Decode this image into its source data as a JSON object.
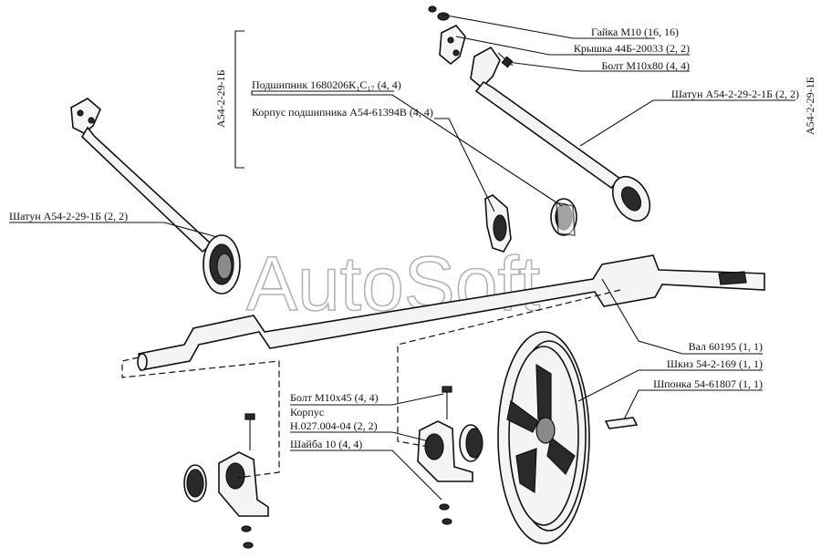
{
  "watermark": "AutoSoft",
  "assembly_code": "А54-2-29-1Б",
  "labels": {
    "nut": "Гайка М10 (16, 16)",
    "cover": "Крышка 44Б-20033 (2, 2)",
    "bolt80": "Болт М10х80 (4, 4)",
    "rod_right": "Шатун А54-2-29-2-1Б (2, 2)",
    "bearing": "Подшипник 1680206К₁С₁₇ (4, 4)",
    "bearing_housing": "Корпус подшипника А54-61394В (4, 4)",
    "rod_left": "Шатун А54-2-29-1Б (2, 2)",
    "shaft": "Вал 60195 (1, 1)",
    "pulley": "Шкиз 54-2-169 (1, 1)",
    "key": "Шпонка 54-61807 (1, 1)",
    "bolt45": "Болт М10х45 (4, 4)",
    "housing_line1": "Корпус",
    "housing_line2": "Н.027.004-04 (2, 2)",
    "washer": "Шайба 10 (4, 4)"
  }
}
